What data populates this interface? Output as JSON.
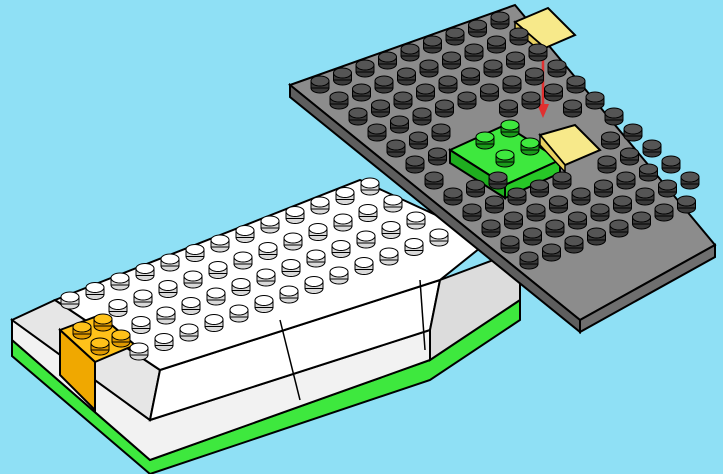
{
  "scene": {
    "description_visible_text": "",
    "colors": {
      "background": "#8fe0f5",
      "white_brick": "#ffffff",
      "white_shadow": "#d9d9d9",
      "green_brick": "#3ee83e",
      "green_dark": "#1fae1f",
      "gray_plate": "#8c8c8c",
      "gray_plate_side": "#5e5e5e",
      "gray_stud": "#444444",
      "yellow_brick": "#ffc21a",
      "trans_yellow": "#f7e98a",
      "arrow_red": "#e03030",
      "outline": "#000000"
    },
    "parts": [
      {
        "name": "white-wedge-base",
        "color": "white"
      },
      {
        "name": "green-base-strip",
        "color": "green"
      },
      {
        "name": "yellow-plate-2x2",
        "color": "yellow"
      },
      {
        "name": "gray-wing-plate",
        "color": "dark-gray"
      },
      {
        "name": "green-plate-2x2",
        "color": "green"
      },
      {
        "name": "trans-yellow-slope-placed",
        "color": "transparent-yellow"
      },
      {
        "name": "trans-yellow-slope-incoming",
        "color": "transparent-yellow"
      },
      {
        "name": "placement-arrow",
        "color": "red"
      }
    ]
  }
}
